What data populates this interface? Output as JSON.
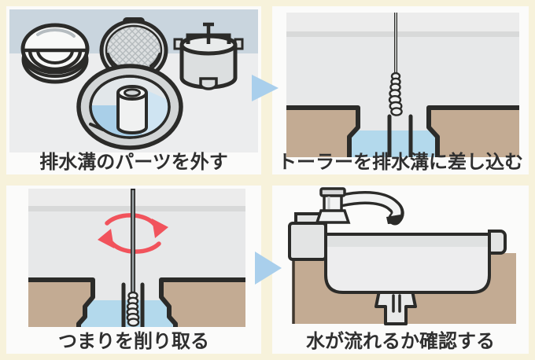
{
  "steps": [
    {
      "caption": "排水溝のパーツを外す"
    },
    {
      "caption": "トーラーを排水溝に差し込む"
    },
    {
      "caption": "つまりを削り取る"
    },
    {
      "caption": "水が流れるか確認する"
    }
  ],
  "icons": {
    "next_arrow": "right-pointing-triangle",
    "rotation": "circular-rotation-arrows"
  },
  "colors": {
    "page_bg": "#f7f2db",
    "card_bg": "#fbfbfa",
    "outline": "#2b2b29",
    "wall": "#e7e8e9",
    "wall_light": "#ececec",
    "wall_band": "#d8d9d9",
    "band_bluegray": "#c9d5de",
    "p1_bg": "#ecedee",
    "earth": "#c3ab93",
    "earth_edge": "#3f382f",
    "water": "#b3d9ec",
    "drain_water": "#a9cfe8",
    "drain_water_light": "#cfe4f2",
    "metal": "#f2f3f3",
    "metal_mid": "#dcdfe0",
    "metal_soft": "#e3e4e4",
    "red": "#f1535c",
    "arrow_blue": "#a9cfec",
    "caption": "#2f2f2f"
  }
}
